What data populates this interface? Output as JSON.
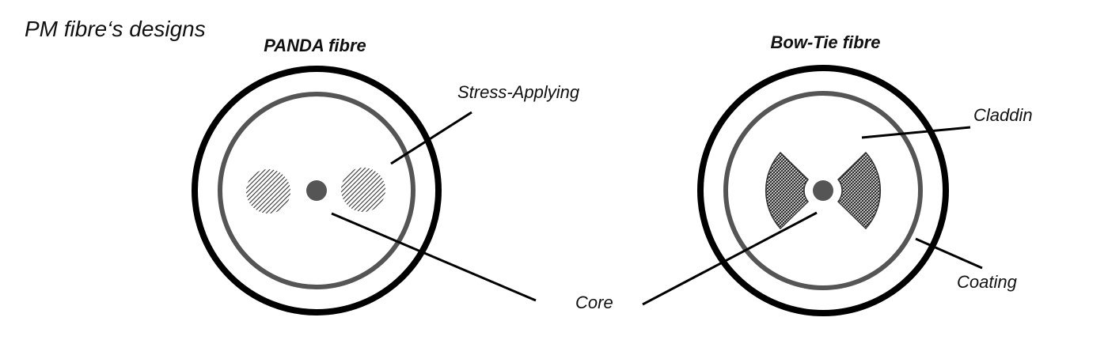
{
  "heading": "PM fibre‘s designs",
  "panda": {
    "title": "PANDA fibre",
    "stress_label": "Stress-Applying",
    "core_label": "Core"
  },
  "bowtie": {
    "title": "Bow-Tie fibre",
    "cladding_label": "Claddin",
    "coating_label": "Coating"
  },
  "colors": {
    "coating_ring": "#000000",
    "cladding_ring": "#555555",
    "core": "#555555",
    "hatch": "#333333"
  }
}
